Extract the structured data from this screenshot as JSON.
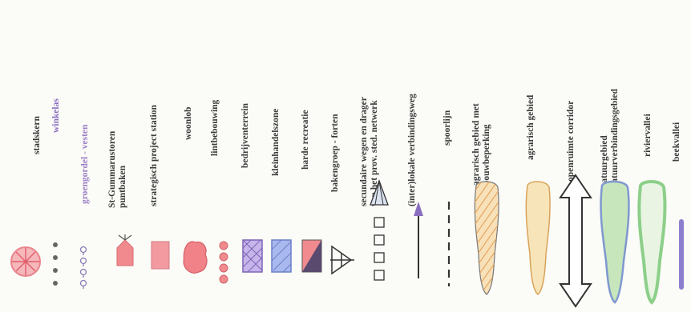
{
  "legend": {
    "items": [
      {
        "id": "stadskern",
        "lines": [
          "stadskern"
        ],
        "color": "#3a3a3a"
      },
      {
        "id": "winkelas",
        "lines": [
          "winkelas"
        ],
        "color": "#8a6fc0"
      },
      {
        "id": "groengordel",
        "lines": [
          "groengordel - vesten"
        ],
        "color": "#9a7ec6"
      },
      {
        "id": "st-gummarus",
        "lines": [
          "St-Gummarustoren",
          "puntbaken"
        ],
        "color": "#3a3a3a"
      },
      {
        "id": "strategisch",
        "lines": [
          "strategisch project station"
        ],
        "color": "#3a3a3a"
      },
      {
        "id": "woonlob",
        "lines": [
          "woonlob"
        ],
        "color": "#3a3a3a"
      },
      {
        "id": "lintbebouwing",
        "lines": [
          "lintbebouwing"
        ],
        "color": "#3a3a3a"
      },
      {
        "id": "bedrijventerrein",
        "lines": [
          "bedrijventerrein"
        ],
        "color": "#3a3a3a"
      },
      {
        "id": "kleinhandel",
        "lines": [
          "kleinhandelszone"
        ],
        "color": "#3a3a3a"
      },
      {
        "id": "harde-recreatie",
        "lines": [
          "harde recreatie"
        ],
        "color": "#3a3a3a"
      },
      {
        "id": "bakengroep",
        "lines": [
          "bakengroep - forten"
        ],
        "color": "#3a3a3a"
      },
      {
        "id": "secundaire-wegen",
        "lines": [
          "secundaire wegen en drager",
          "van het prov. sted. netwerk"
        ],
        "color": "#3a3a3a"
      },
      {
        "id": "interlokale",
        "lines": [
          "(inter)lokale verbindingsweg"
        ],
        "color": "#3a3a3a"
      },
      {
        "id": "spoorlijn",
        "lines": [
          "spoorlijn"
        ],
        "color": "#3a3a3a"
      },
      {
        "id": "agrarisch-bouw",
        "lines": [
          "agrarisch gebied met",
          "bouwbeperking"
        ],
        "color": "#3a3a3a"
      },
      {
        "id": "agrarisch",
        "lines": [
          "agrarisch gebied"
        ],
        "color": "#3a3a3a"
      },
      {
        "id": "openruimte",
        "lines": [
          "openruimte corridor"
        ],
        "color": "#3a3a3a"
      },
      {
        "id": "natuurgebied",
        "lines": [
          "natuurgebied",
          "natuurverbindingsgebied"
        ],
        "color": "#3a3a3a"
      },
      {
        "id": "riviervallei",
        "lines": [
          "riviervallei"
        ],
        "color": "#3a3a3a"
      },
      {
        "id": "beekvallei",
        "lines": [
          "beekvallei"
        ],
        "color": "#3a3a3a"
      }
    ]
  },
  "colors": {
    "pink": "#f08a8e",
    "purple": "#9b83d0",
    "blue": "#7f96d6",
    "ink": "#333333",
    "yellow": "#f6dcaa",
    "orange": "#e9a55c",
    "green": "#bfe2b2",
    "blue_outline": "#8aa5d8"
  }
}
